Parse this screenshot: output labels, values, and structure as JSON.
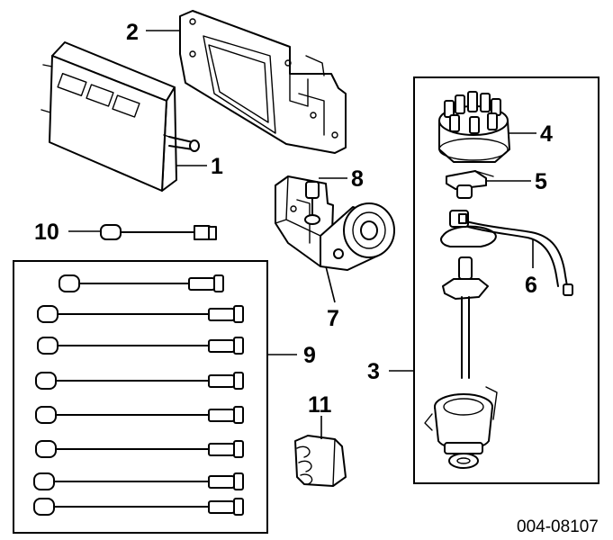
{
  "callouts": {
    "c1": "1",
    "c2": "2",
    "c3": "3",
    "c4": "4",
    "c5": "5",
    "c6": "6",
    "c7": "7",
    "c8": "8",
    "c9": "9",
    "c10": "10",
    "c11": "11"
  },
  "figure_code": "004-08107"
}
